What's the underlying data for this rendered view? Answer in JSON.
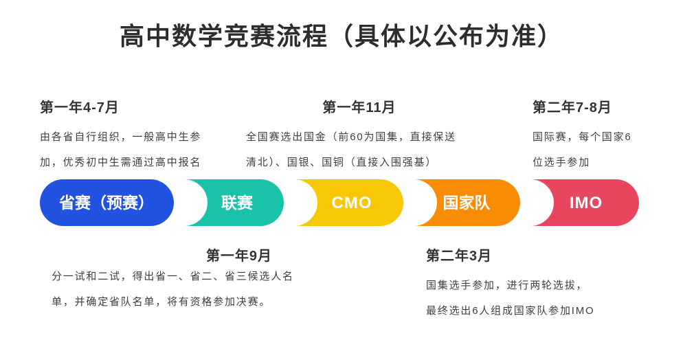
{
  "title": "高中数学竞赛流程（具体以公布为准）",
  "colors": {
    "background": "#ffffff",
    "title_text": "#2d2d2d",
    "heading_text": "#333333",
    "body_text": "#404040",
    "stage_label_text": "#ffffff"
  },
  "stages": [
    {
      "label": "省赛（预赛）",
      "color": "#2152e0"
    },
    {
      "label": "联赛",
      "color": "#1ac2a9"
    },
    {
      "label": "CMO",
      "color": "#f8c705"
    },
    {
      "label": "国家队",
      "color": "#f98c05"
    },
    {
      "label": "IMO",
      "color": "#e7465e"
    }
  ],
  "annotations_top": [
    {
      "heading": "第一年4-7月",
      "body": "由各省自行组织，一般高中生参\n加，优秀初中生需通过高中报名"
    },
    {
      "heading": "第一年11月",
      "body": "全国赛选出国金（前60为国集，直接保送\n清北）、国银、国铜（直接入围强基）"
    },
    {
      "heading": "第二年7-8月",
      "body": "国际赛，每个国家6\n位选手参加"
    }
  ],
  "annotations_bottom": [
    {
      "heading": "第一年9月",
      "body": "分一试和二试，得出省一、省二、省三候选人名\n单，并确定省队名单，将有资格参加决赛。"
    },
    {
      "heading": "第二年3月",
      "body": "国集选手参加，进行两轮选拔，\n最终选出6人组成国家队参加IMO"
    }
  ]
}
